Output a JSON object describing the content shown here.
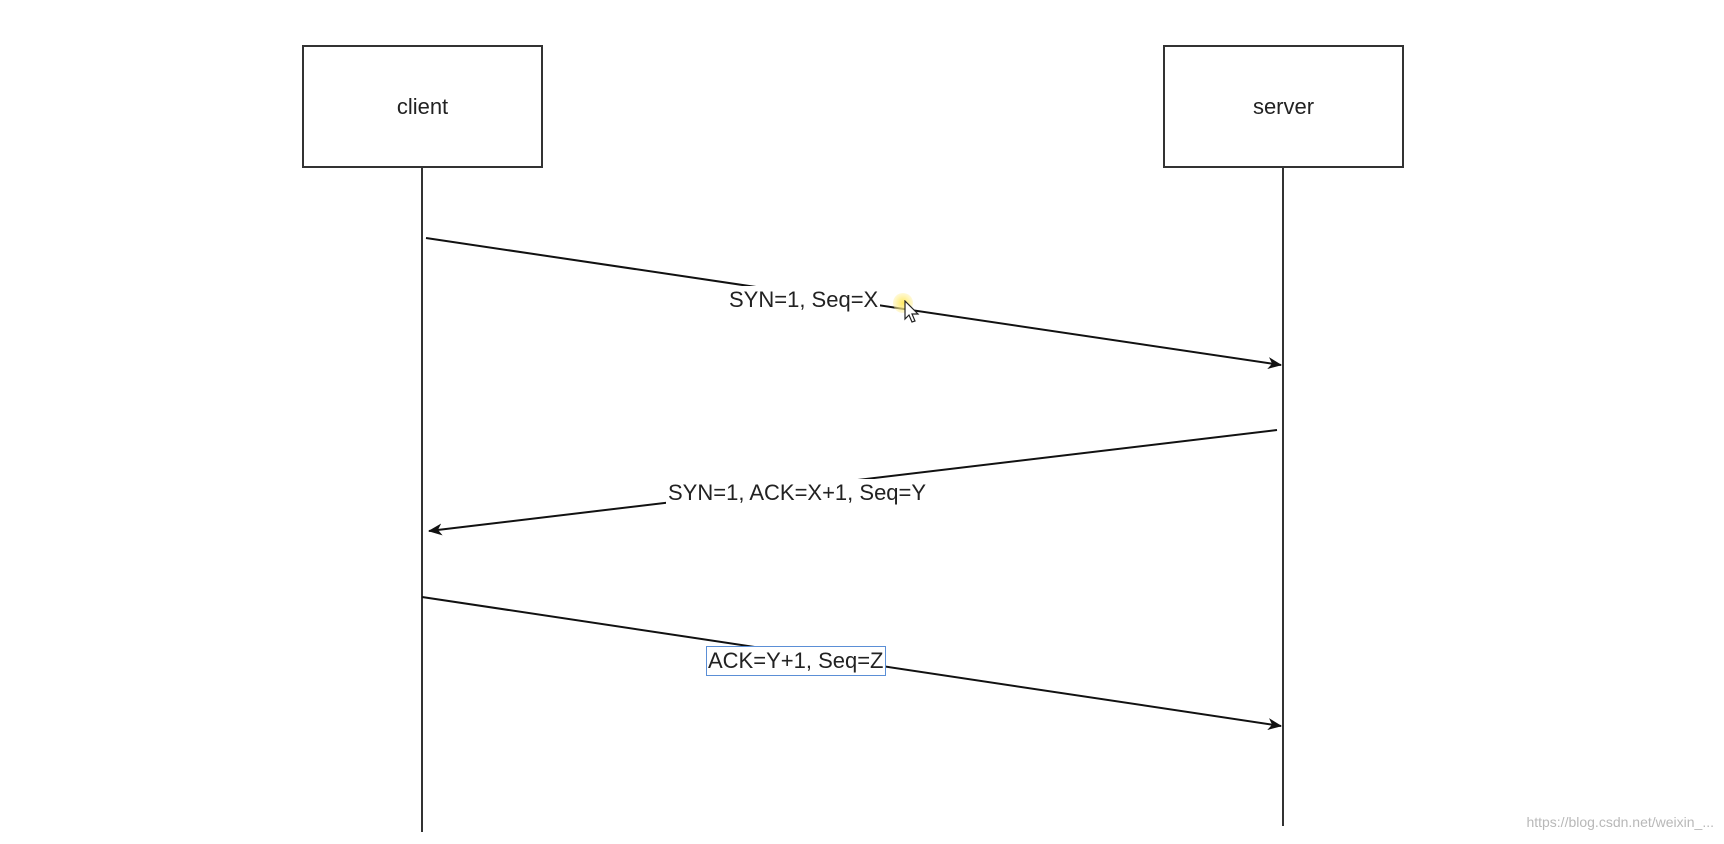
{
  "actors": {
    "client": "client",
    "server": "server"
  },
  "messages": [
    {
      "from": "client",
      "to": "server",
      "label": "SYN=1, Seq=X"
    },
    {
      "from": "server",
      "to": "client",
      "label": "SYN=1, ACK=X+1, Seq=Y"
    },
    {
      "from": "client",
      "to": "server",
      "label": "ACK=Y+1, Seq=Z",
      "selected": true
    }
  ],
  "watermark": "https://blog.csdn.net/weixin_..."
}
